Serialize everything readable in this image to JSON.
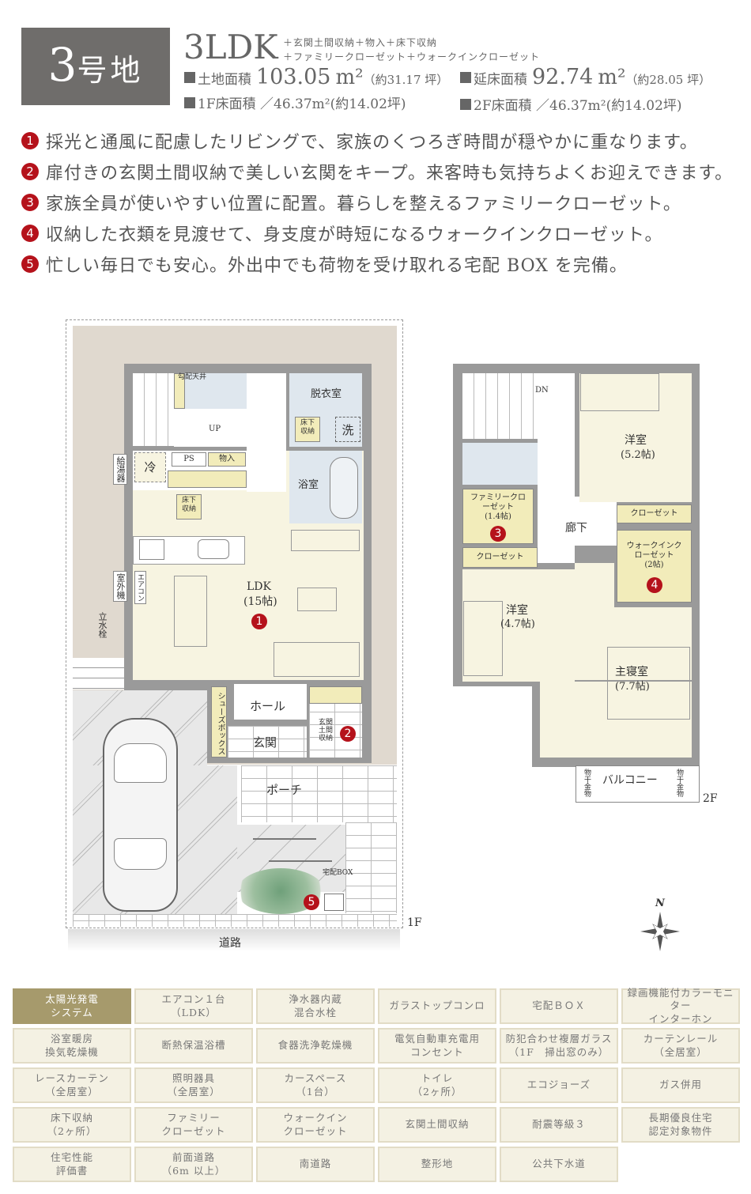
{
  "header": {
    "lot_number": "3",
    "lot_suffix": "号地",
    "layout": "3LDK",
    "extras_line1": "＋玄関土間収納＋物入＋床下収納",
    "extras_line2": "＋ファミリークローゼット＋ウォークインクローゼット",
    "land_area_label": "土地面積",
    "land_area_value": "103.05",
    "land_area_unit": "m²",
    "land_area_tsubo": "（約31.17 坪）",
    "floor_area_label": "延床面積",
    "floor_area_value": "92.74",
    "floor_area_unit": "m²",
    "floor_area_tsubo": "（約28.05 坪）",
    "f1_area": "1F床面積 ／46.37m²(約14.02坪)",
    "f2_area": "2F床面積 ／46.37m²(約14.02坪)"
  },
  "features": [
    {
      "num": "1",
      "text": "採光と通風に配慮したリビングで、家族のくつろぎ時間が穏やかに重なります。"
    },
    {
      "num": "2",
      "text": "扉付きの玄関土間収納で美しい玄関をキープ。来客時も気持ちよくお迎えできます。"
    },
    {
      "num": "3",
      "text": "家族全員が使いやすい位置に配置。暮らしを整えるファミリークローゼット。"
    },
    {
      "num": "4",
      "text": "収納した衣類を見渡せて、身支度が時短になるウォークインクローゼット。"
    },
    {
      "num": "5",
      "text": "忙しい毎日でも安心。外出中でも荷物を受け取れる宅配 BOX を完備。"
    }
  ],
  "plan_1f": {
    "floor_label": "1F",
    "road": "道路",
    "slope_ceiling": "勾配天井",
    "up": "UP",
    "dressing": "脱衣室",
    "washer": "洗",
    "underfloor": "床下収納",
    "fridge": "冷",
    "ps": "PS",
    "storage": "物入",
    "bath": "浴室",
    "ldk": "LDK",
    "ldk_size": "(15帖)",
    "water_heater": "給湯器",
    "outdoor_unit": "室外機",
    "aircon": "エアコン",
    "faucet": "立水栓",
    "hall": "ホール",
    "shoe_box": "シューズボックス",
    "entrance": "玄関",
    "entrance_storage": "玄関土間収納",
    "porch": "ポーチ",
    "delivery_box": "宅配BOX",
    "marker1": "1",
    "marker2": "2",
    "marker5": "5"
  },
  "plan_2f": {
    "floor_label": "2F",
    "dn": "DN",
    "room_a": "洋室",
    "room_a_size": "(5.2帖)",
    "closet": "クローゼット",
    "family_closet": "ファミリークローゼット",
    "family_closet_size": "(1.4帖)",
    "hallway": "廊下",
    "wic": "ウォークインクローゼット",
    "wic_size": "(2帖)",
    "room_b": "洋室",
    "room_b_size": "(4.7帖)",
    "master": "主寝室",
    "master_size": "(7.7帖)",
    "balcony": "バルコニー",
    "drying_hardware": "物干金物",
    "marker3": "3",
    "marker4": "4"
  },
  "compass": {
    "north": "N"
  },
  "equipment": [
    {
      "label": "太陽光発電\nシステム",
      "highlight": true
    },
    {
      "label": "エアコン１台\n（LDK）"
    },
    {
      "label": "浄水器内蔵\n混合水栓"
    },
    {
      "label": "ガラストップコンロ"
    },
    {
      "label": "宅配ＢＯＸ"
    },
    {
      "label": "録画機能付カラーモニター\nインターホン"
    },
    {
      "label": "浴室暖房\n換気乾燥機"
    },
    {
      "label": "断熱保温浴槽"
    },
    {
      "label": "食器洗浄乾燥機"
    },
    {
      "label": "電気自動車充電用\nコンセント"
    },
    {
      "label": "防犯合わせ複層ガラス\n（1F　掃出窓のみ）"
    },
    {
      "label": "カーテンレール\n（全居室）"
    },
    {
      "label": "レースカーテン\n（全居室）"
    },
    {
      "label": "照明器具\n（全居室）"
    },
    {
      "label": "カースペース\n（1台）"
    },
    {
      "label": "トイレ\n（2ヶ所）"
    },
    {
      "label": "エコジョーズ"
    },
    {
      "label": "ガス併用"
    },
    {
      "label": "床下収納\n（2ヶ所）"
    },
    {
      "label": "ファミリー\nクローゼット"
    },
    {
      "label": "ウォークイン\nクローゼット"
    },
    {
      "label": "玄関土間収納"
    },
    {
      "label": "耐震等級３"
    },
    {
      "label": "長期優良住宅\n認定対象物件"
    },
    {
      "label": "住宅性能\n評価書"
    },
    {
      "label": "前面道路\n（6m 以上）"
    },
    {
      "label": "南道路"
    },
    {
      "label": "整形地"
    },
    {
      "label": "公共下水道"
    }
  ]
}
